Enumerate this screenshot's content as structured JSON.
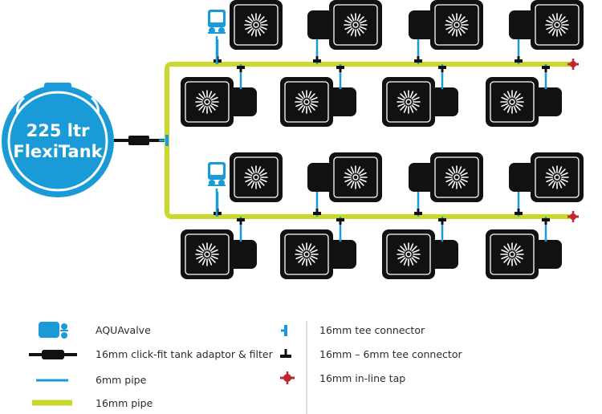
{
  "tank": {
    "line1": "225 ltr",
    "line2": "FlexiTank"
  },
  "colors": {
    "tank_blue": "#1a9bd7",
    "pipe_16mm": "#c8d92b",
    "pipe_6mm": "#1a9bd7",
    "pot_black": "#111111",
    "tap_red": "#c0262d",
    "aquavalve_blue": "#1a9bd7"
  },
  "rows": [
    {
      "name": "top-row",
      "top_pots": 4,
      "bottom_pots": 4,
      "has_aquavalve": true
    },
    {
      "name": "bottom-row",
      "top_pots": 4,
      "bottom_pots": 4,
      "has_aquavalve": true
    }
  ],
  "legend": {
    "left": [
      {
        "icon": "aquavalve-icon",
        "label": "AQUAvalve"
      },
      {
        "icon": "tank-adaptor-filter-icon",
        "label": "16mm click-fit tank adaptor & filter"
      },
      {
        "icon": "6mm-pipe-icon",
        "label": "6mm pipe"
      },
      {
        "icon": "16mm-pipe-icon",
        "label": "16mm pipe"
      }
    ],
    "right": [
      {
        "icon": "tee-connector-icon",
        "label": "16mm tee connector"
      },
      {
        "icon": "reducing-tee-connector-icon",
        "label": "16mm – 6mm tee connector"
      },
      {
        "icon": "inline-tap-icon",
        "label": "16mm in-line tap"
      }
    ]
  }
}
